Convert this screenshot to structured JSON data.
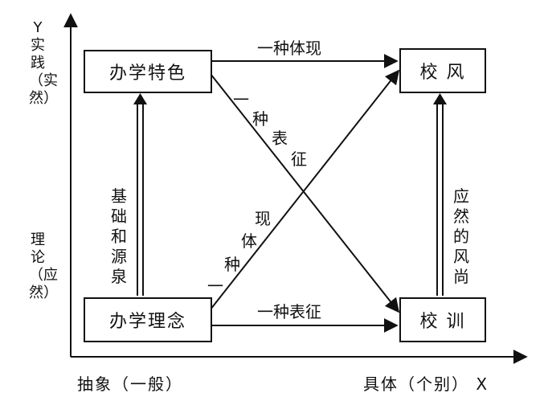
{
  "nodes": {
    "features": "办学特色",
    "philosophy": "办学理念",
    "ethos": "校 风",
    "motto": "校 训"
  },
  "edges": {
    "top": "一种体现",
    "bottom": "一种表征",
    "left": "基础和源泉",
    "right": "应然的风尚",
    "diag_down": "一种表征",
    "diag_up": "现体种一"
  },
  "axes": {
    "y_upper": "Y实践（实然）",
    "y_lower": "理论（应然）",
    "x_left": "抽象（一般）",
    "x_right": "具体（个别） X"
  }
}
